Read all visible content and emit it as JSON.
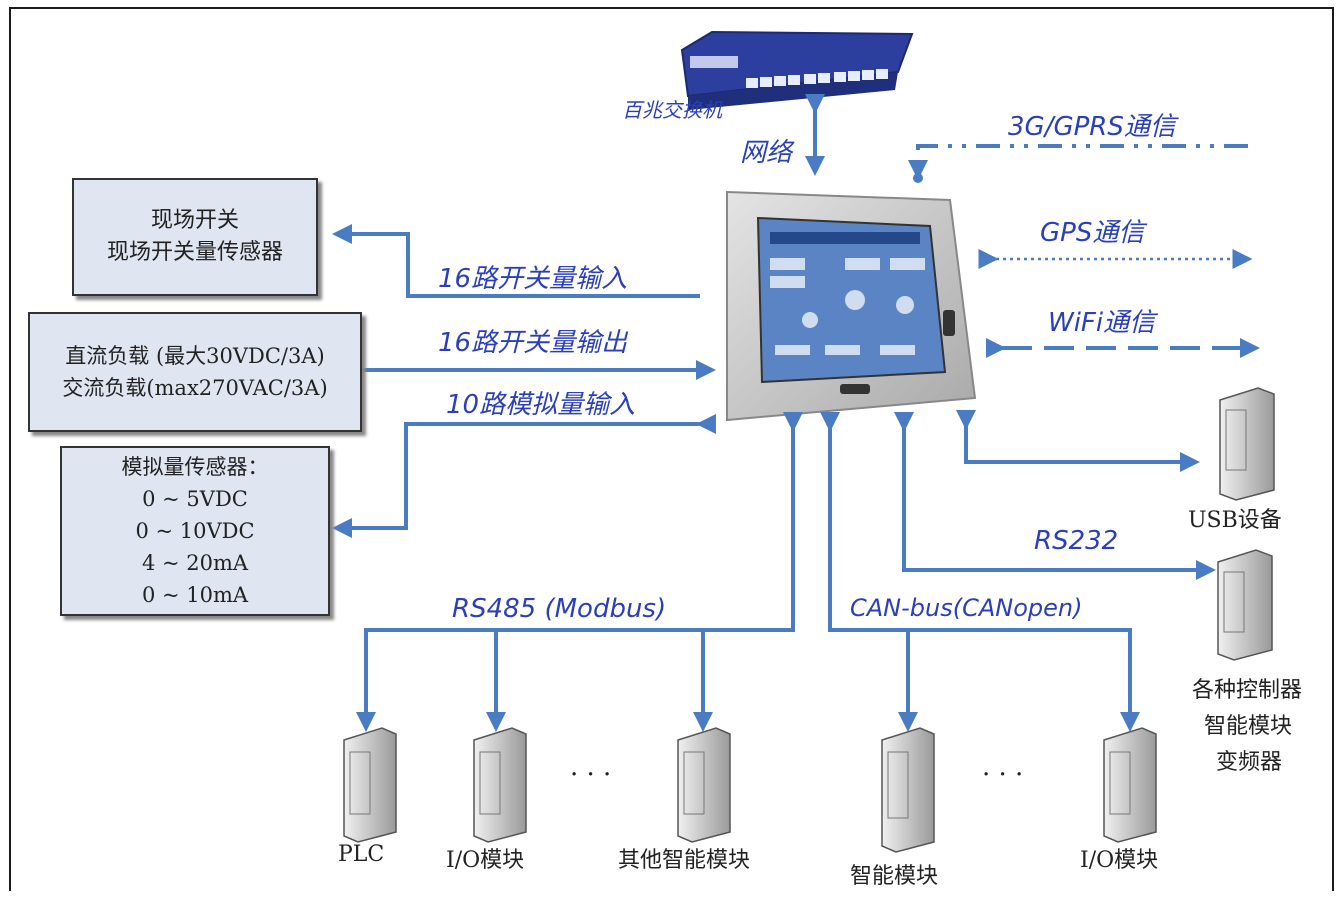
{
  "switch_label": "百兆交换机",
  "network_label": "网络",
  "comm": {
    "gprs": "3G/GPRS通信",
    "gps": "GPS通信",
    "wifi": "WiFi通信"
  },
  "io_labels": {
    "din": "16路开关量输入",
    "dout": "16路开关量输出",
    "ain": "10路模拟量输入"
  },
  "boxes": {
    "switch_box": [
      "现场开关",
      "现场开关量传感器"
    ],
    "load_box": [
      "直流负载 (最大30VDC/3A)",
      "交流负载(max270VAC/3A)"
    ],
    "analog_box": [
      "模拟量传感器：",
      "0 ~ 5VDC",
      "0 ~ 10VDC",
      "4 ~ 20mA",
      "0 ~ 10mA"
    ]
  },
  "bus": {
    "rs485": "RS485 (Modbus)",
    "can": "CAN-bus(CANopen)",
    "rs232": "RS232"
  },
  "devices": {
    "usb": "USB设备",
    "controllers": [
      "各种控制器",
      "智能模块",
      "变频器"
    ],
    "plc": "PLC",
    "io1": "I/O模块",
    "other": "其他智能模块",
    "smart": "智能模块",
    "io2": "I/O模块"
  },
  "ellipsis": "· · ·",
  "colors": {
    "arrow": "#4a7cc4",
    "label_blue": "#2a3fb8",
    "box_fill": "#dfe6f2",
    "switch_blue": "#2d3f9e",
    "panel_silver": "#c9c9c9",
    "screen_blue": "#3a6fb5"
  }
}
